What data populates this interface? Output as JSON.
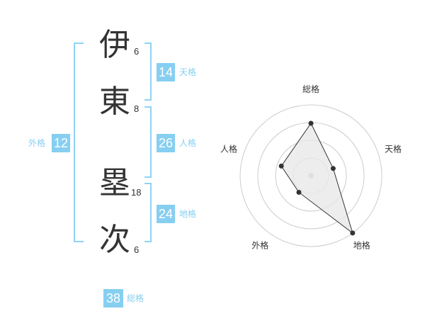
{
  "name": {
    "chars": [
      {
        "char": "伊",
        "strokes": "6"
      },
      {
        "char": "東",
        "strokes": "8"
      },
      {
        "char": "塁",
        "strokes": "18"
      },
      {
        "char": "次",
        "strokes": "6"
      }
    ]
  },
  "kaku": {
    "tenkaku": {
      "value": "14",
      "label": "天格"
    },
    "jinkaku": {
      "value": "26",
      "label": "人格"
    },
    "chikaku": {
      "value": "24",
      "label": "地格"
    },
    "gaikaku": {
      "value": "12",
      "label": "外格"
    },
    "soukaku": {
      "value": "38",
      "label": "総格"
    }
  },
  "chart_data": {
    "type": "radar",
    "axes": [
      "総格",
      "天格",
      "地格",
      "外格",
      "人格"
    ],
    "values": [
      0.74,
      0.33,
      1.0,
      0.29,
      0.44
    ],
    "rings": 4,
    "colors": {
      "grid": "#cccccc",
      "fill": "#e8e8e8",
      "line": "#333333",
      "center": "#bbbbbb"
    }
  }
}
